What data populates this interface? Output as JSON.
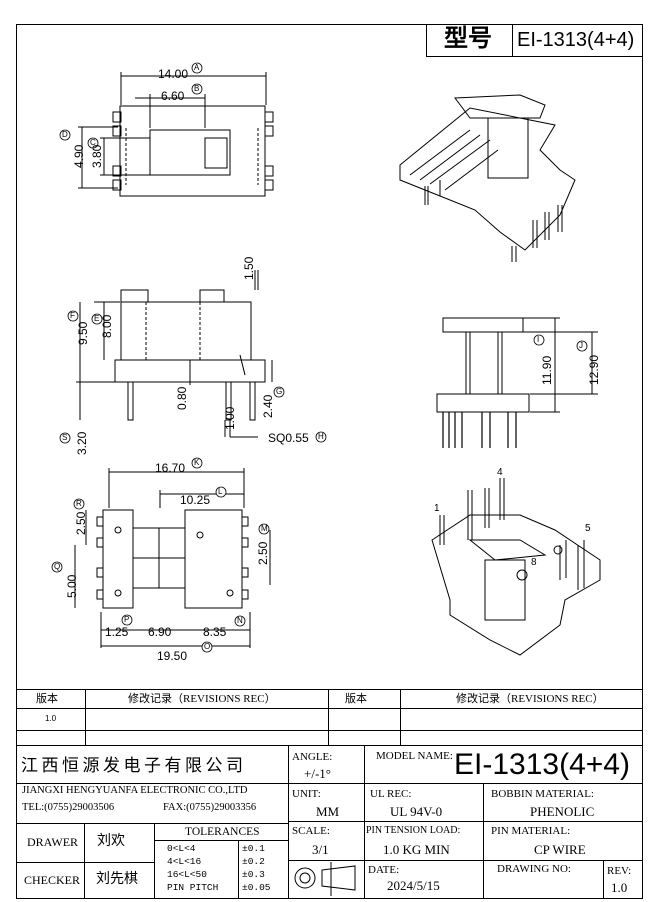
{
  "header": {
    "model_label": "型号",
    "model_value": "EI-1313(4+4)"
  },
  "dims": {
    "top": [
      {
        "value": "14.00",
        "tag": "A"
      },
      {
        "value": "6.60",
        "tag": "B"
      },
      {
        "value": "3.80",
        "tag": "C"
      },
      {
        "value": "4.90",
        "tag": "D"
      }
    ],
    "side": [
      {
        "value": "1.50"
      },
      {
        "value": "9.50",
        "tag": "F"
      },
      {
        "value": "8.00",
        "tag": "E"
      },
      {
        "value": "0.80"
      },
      {
        "value": "2.40",
        "tag": "G"
      },
      {
        "value": "1.00"
      },
      {
        "value": "SQ0.55",
        "tag": "H"
      },
      {
        "value": "3.20",
        "tag": "S"
      }
    ],
    "front": [
      {
        "value": "11.90",
        "tag": "I"
      },
      {
        "value": "12.90",
        "tag": "J"
      }
    ],
    "bottom": [
      {
        "value": "16.70",
        "tag": "K"
      },
      {
        "value": "10.25",
        "tag": "L"
      },
      {
        "value": "2.50",
        "tag": "R"
      },
      {
        "value": "2.50",
        "tag": "M"
      },
      {
        "value": "5.00",
        "tag": "Q"
      },
      {
        "value": "1.25",
        "tag": "P"
      },
      {
        "value": "6.90"
      },
      {
        "value": "8.35",
        "tag": "N"
      },
      {
        "value": "19.50",
        "tag": "O"
      }
    ],
    "pins": [
      "1",
      "4",
      "5",
      "8"
    ]
  },
  "revisions": {
    "col_version": "版本",
    "col_record": "修改记录（REVISIONS REC）",
    "col_version2": "版本",
    "col_record2": "修改记录（REVISIONS REC）",
    "first_version": "1.0"
  },
  "title_block": {
    "company_cn": "江西恒源发电子有限公司",
    "company_en": "JIANGXI HENGYUANFA ELECTRONIC CO.,LTD",
    "tel": "TEL:(0755)29003506",
    "fax": "FAX:(0755)29003356",
    "angle_label": "ANGLE:",
    "angle_value": "+/-1°",
    "model_name_label": "MODEL NAME:",
    "model_name_value": "EI-1313(4+4)",
    "unit_label": "UNIT:",
    "unit_value": "MM",
    "ul_label": "UL REC:",
    "ul_value": "UL 94V-0",
    "bobbin_label": "BOBBIN MATERIAL:",
    "bobbin_value": "PHENOLIC",
    "scale_label": "SCALE:",
    "scale_value": "3/1",
    "tension_label": "PIN TENSION LOAD:",
    "tension_value": "1.0 KG MIN",
    "pin_mat_label": "PIN MATERIAL:",
    "pin_mat_value": "CP WIRE",
    "date_label": "DATE:",
    "date_value": "2024/5/15",
    "drawing_no_label": "DRAWING NO:",
    "rev_label": "REV:",
    "rev_value": "1.0",
    "drawer_label": "DRAWER",
    "drawer_value": "刘欢",
    "checker_label": "CHECKER",
    "checker_value": "刘先棋",
    "tolerances_title": "TOLERANCES",
    "tolerances": [
      {
        "range": "0<L<4",
        "tol": "±0.1"
      },
      {
        "range": "4<L<16",
        "tol": "±0.2"
      },
      {
        "range": "16<L<50",
        "tol": "±0.3"
      },
      {
        "range": "PIN PITCH",
        "tol": "±0.05"
      }
    ]
  }
}
